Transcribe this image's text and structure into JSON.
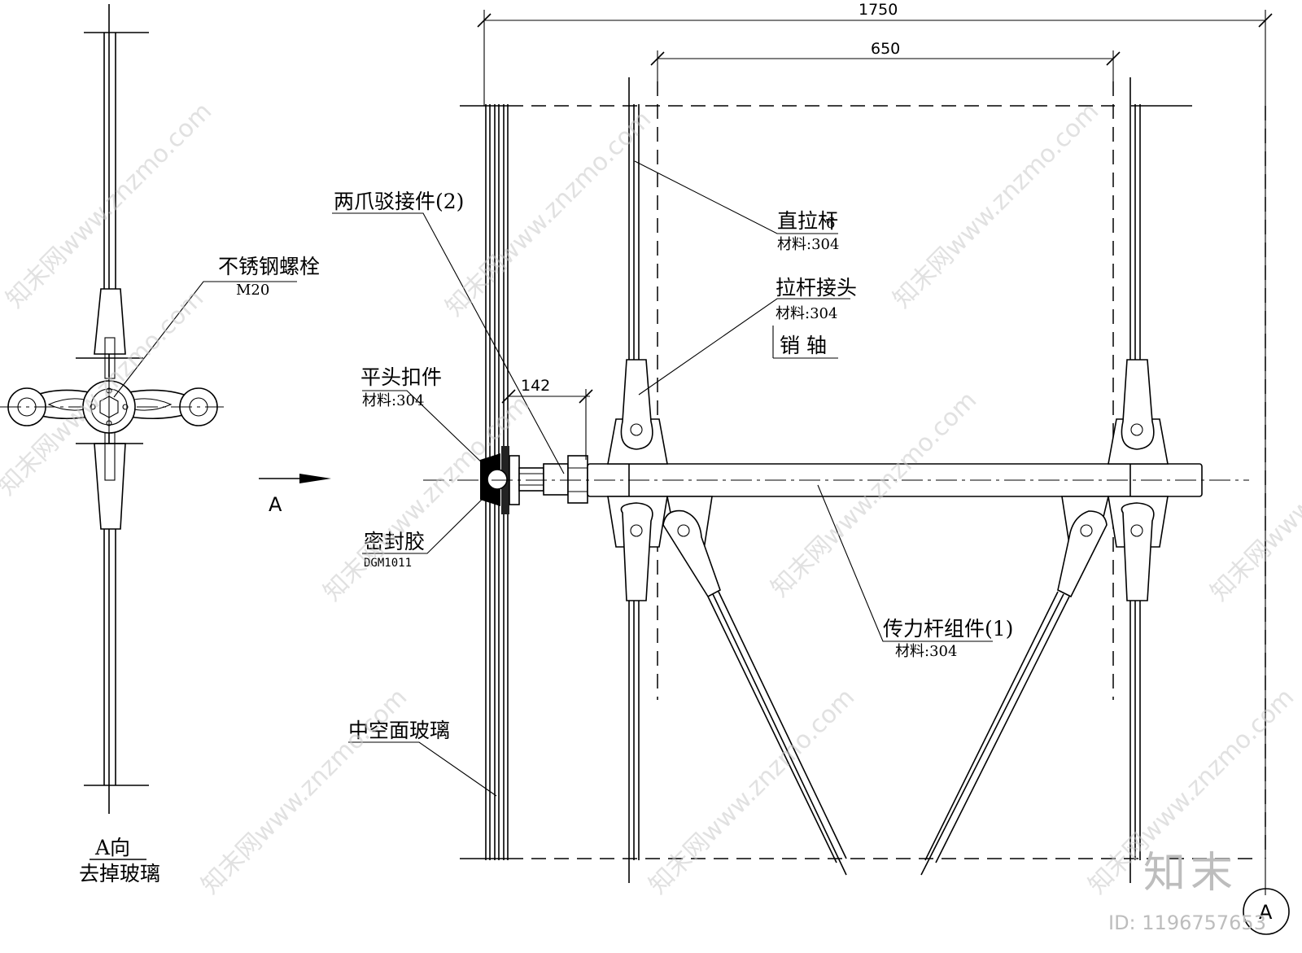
{
  "dimensions": {
    "overall_width": "1750",
    "inner_width": "650",
    "offset": "142"
  },
  "labels": {
    "stainless_bolt": {
      "name": "不锈钢螺栓",
      "spec": "M20"
    },
    "two_claw": {
      "name": "两爪驳接件(2)"
    },
    "straight_rod": {
      "name": "直拉杆",
      "spec_partial": "6",
      "material": "材料:304"
    },
    "rod_joint": {
      "name": "拉杆接头",
      "material": "材料:304",
      "pin": "销  轴"
    },
    "flat_head": {
      "name": "平头扣件",
      "material": "材料:304"
    },
    "sealant": {
      "name": "密封胶",
      "spec": "DGM1011"
    },
    "force_rod": {
      "name": "传力杆组件(1)",
      "material": "材料:304"
    },
    "hollow_glass": {
      "name": "中空面玻璃"
    },
    "view_a_arrow": "A",
    "view_a_title": "A向",
    "view_a_subtitle": "去掉玻璃",
    "section_marker": "A"
  },
  "watermark": {
    "text": "知末网www.znzmo.com",
    "logo": "知末",
    "id": "ID: 1196757653"
  }
}
